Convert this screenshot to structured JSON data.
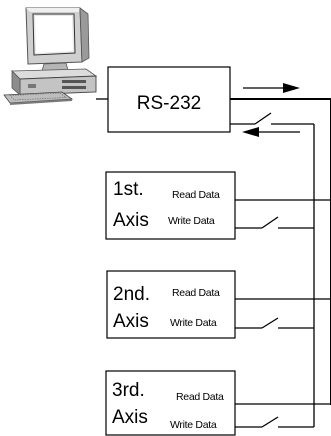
{
  "host": {
    "icon": "desktop-computer-icon",
    "interface_label": "RS-232"
  },
  "axes": [
    {
      "name_line1": "1st.",
      "name_line2": "Axis",
      "read_label": "Read Data",
      "write_label": "Write Data"
    },
    {
      "name_line1": "2nd.",
      "name_line2": "Axis",
      "read_label": "Read Data",
      "write_label": "Write Data"
    },
    {
      "name_line1": "3rd.",
      "name_line2": "Axis",
      "read_label": "Read Data",
      "write_label": "Write Data"
    }
  ]
}
